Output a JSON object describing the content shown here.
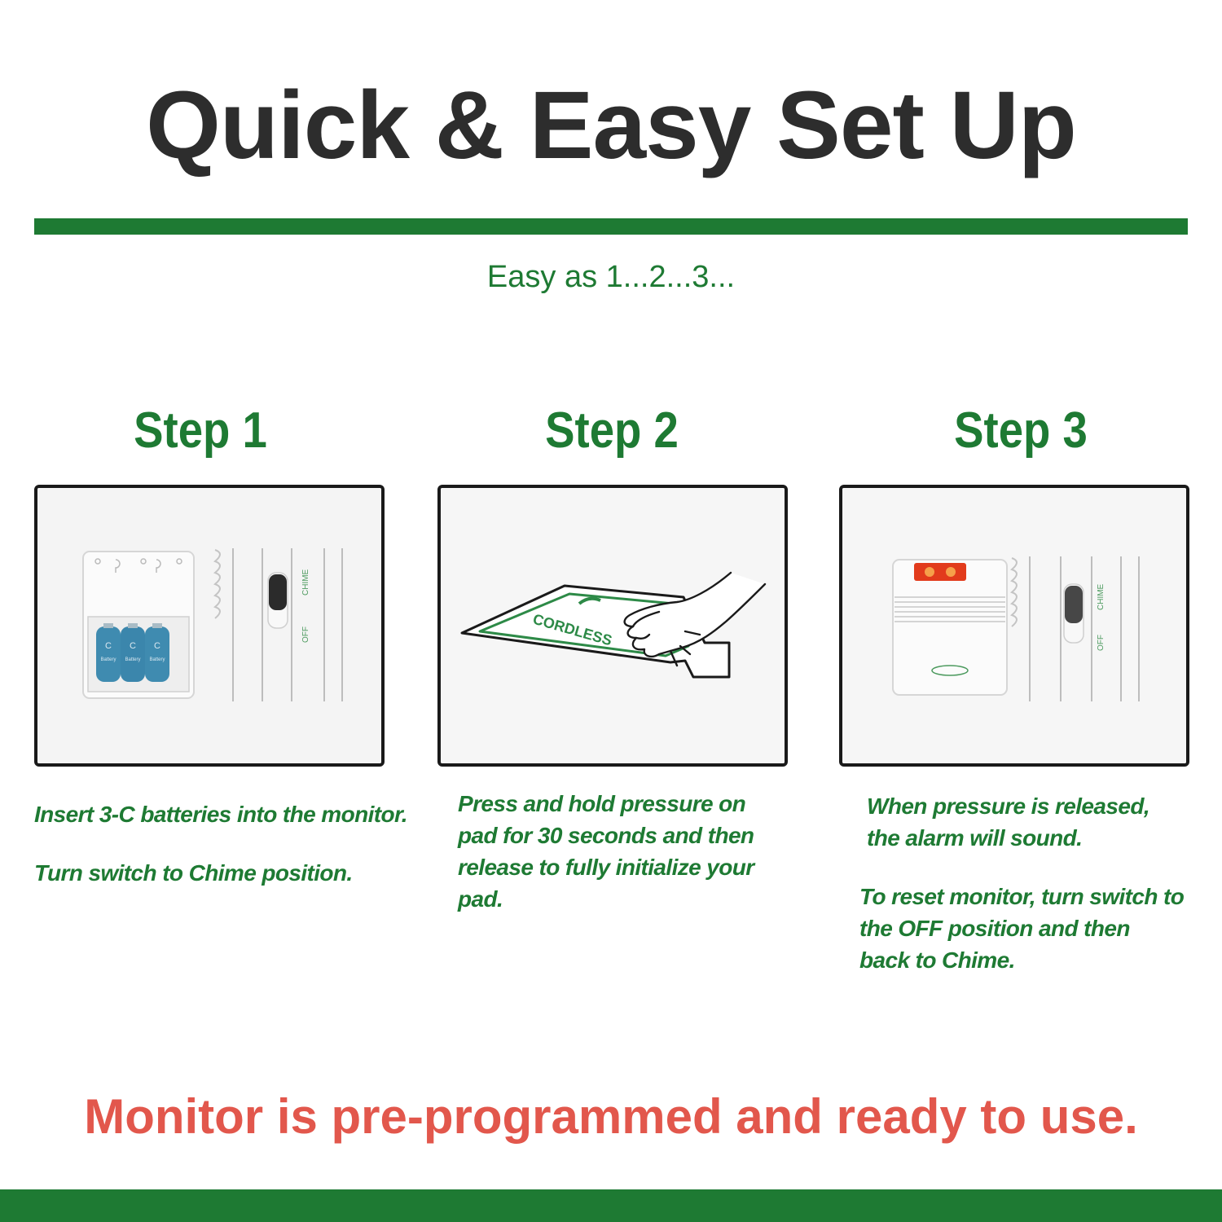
{
  "title": "Quick & Easy Set Up",
  "subtitle": "Easy as 1...2...3...",
  "steps": [
    {
      "heading": "Step 1",
      "lines": [
        "Insert 3-C batteries into the monitor.",
        "Turn switch to Chime position."
      ]
    },
    {
      "heading": "Step 2",
      "lines": [
        "Press and hold pressure on pad for 30 seconds and then release to fully initialize your pad."
      ]
    },
    {
      "heading": "Step 3",
      "lines": [
        "When pressure is released, the alarm will sound.",
        "To reset monitor, turn switch to the OFF position and then back to Chime."
      ]
    }
  ],
  "illustrations": {
    "switch_on_label": "CHIME",
    "switch_off_label": "OFF",
    "battery_letter": "C",
    "battery_label": "Battery",
    "pad_label": "CORDLESS"
  },
  "footer": "Monitor is pre-programmed and ready to use.",
  "colors": {
    "brand_green": "#1e7a33",
    "accent_red": "#e2574c",
    "title_dark": "#2d2d2d"
  }
}
